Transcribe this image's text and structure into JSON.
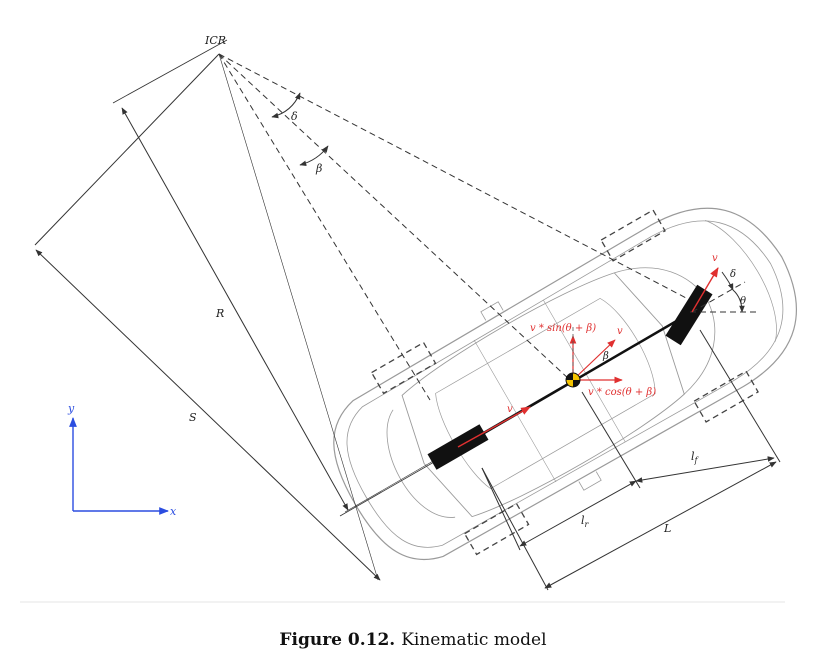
{
  "labels": {
    "icr": "ICR",
    "delta_top": "δ",
    "beta_top": "β",
    "R": "R",
    "S": "S",
    "y_axis": "y",
    "x_axis": "x",
    "v_front": "v",
    "delta_front": "δ",
    "theta": "θ",
    "v_sin": "v * sin(θ + β)",
    "v_small": "v",
    "beta_cg": "β",
    "v_cos": "v * cos(θ + β)",
    "v_rear": "v",
    "lf": "l",
    "lf_sub": "f",
    "lr": "l",
    "lr_sub": "r",
    "L": "L"
  },
  "caption": {
    "number": "Figure 0.12.",
    "text": "Kinematic model"
  },
  "colors": {
    "axes": "#2b4de0",
    "velocity": "#e03030",
    "lines": "#333333",
    "car_outline": "#9a9a9a"
  }
}
